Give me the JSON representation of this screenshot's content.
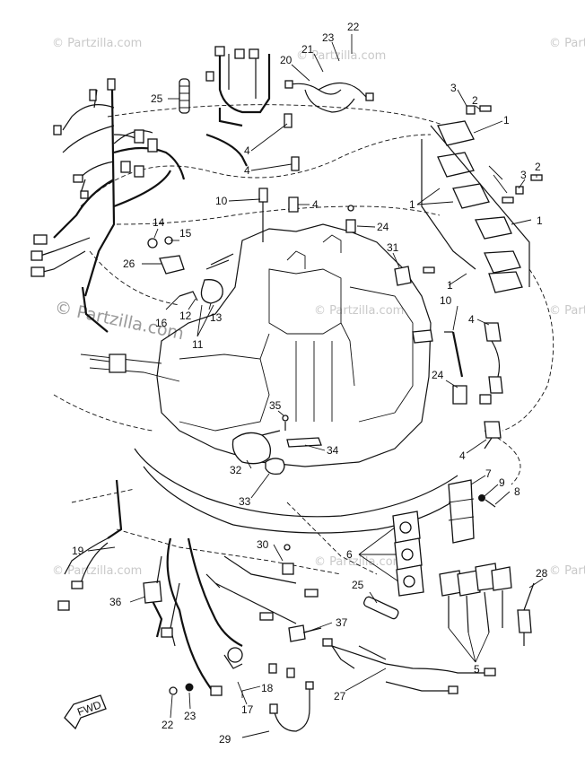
{
  "watermarks": {
    "corner": "© Partzilla.com",
    "main": "© Partzilla.com"
  },
  "callouts": [
    {
      "id": "c1",
      "text": "22"
    },
    {
      "id": "c2",
      "text": "23"
    },
    {
      "id": "c3",
      "text": "21"
    },
    {
      "id": "c4",
      "text": "20"
    },
    {
      "id": "c5",
      "text": "25"
    },
    {
      "id": "c6",
      "text": "3"
    },
    {
      "id": "c7",
      "text": "2"
    },
    {
      "id": "c8",
      "text": "1"
    },
    {
      "id": "c9",
      "text": "4"
    },
    {
      "id": "c10",
      "text": "4"
    },
    {
      "id": "c11",
      "text": "3"
    },
    {
      "id": "c12",
      "text": "2"
    },
    {
      "id": "c13",
      "text": "10"
    },
    {
      "id": "c14",
      "text": "4"
    },
    {
      "id": "c15",
      "text": "1"
    },
    {
      "id": "c16",
      "text": "1"
    },
    {
      "id": "c17",
      "text": "14"
    },
    {
      "id": "c18",
      "text": "15"
    },
    {
      "id": "c19",
      "text": "24"
    },
    {
      "id": "c20",
      "text": "26"
    },
    {
      "id": "c21",
      "text": "31"
    },
    {
      "id": "c22",
      "text": "16"
    },
    {
      "id": "c23",
      "text": "12"
    },
    {
      "id": "c24",
      "text": "13"
    },
    {
      "id": "c25",
      "text": "11"
    },
    {
      "id": "c26",
      "text": "1"
    },
    {
      "id": "c27",
      "text": "10"
    },
    {
      "id": "c28",
      "text": "4"
    },
    {
      "id": "c29",
      "text": "24"
    },
    {
      "id": "c30",
      "text": "35"
    },
    {
      "id": "c31",
      "text": "34"
    },
    {
      "id": "c32",
      "text": "4"
    },
    {
      "id": "c33",
      "text": "32"
    },
    {
      "id": "c34",
      "text": "33"
    },
    {
      "id": "c35",
      "text": "7"
    },
    {
      "id": "c36",
      "text": "9"
    },
    {
      "id": "c37",
      "text": "8"
    },
    {
      "id": "c38",
      "text": "19"
    },
    {
      "id": "c39",
      "text": "30"
    },
    {
      "id": "c40",
      "text": "6"
    },
    {
      "id": "c41",
      "text": "25"
    },
    {
      "id": "c42",
      "text": "28"
    },
    {
      "id": "c43",
      "text": "36"
    },
    {
      "id": "c44",
      "text": "37"
    },
    {
      "id": "c45",
      "text": "5"
    },
    {
      "id": "c46",
      "text": "18"
    },
    {
      "id": "c47",
      "text": "17"
    },
    {
      "id": "c48",
      "text": "27"
    },
    {
      "id": "c49",
      "text": "22"
    },
    {
      "id": "c50",
      "text": "23"
    },
    {
      "id": "c51",
      "text": "29"
    }
  ],
  "fwd_label": "FWD"
}
